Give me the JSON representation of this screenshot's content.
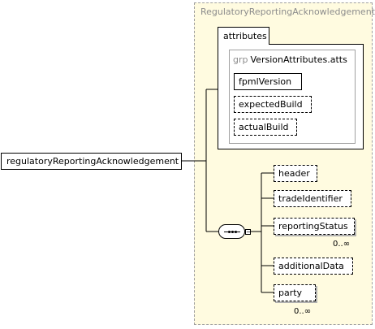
{
  "diagram": {
    "root_element": "regulatoryReportingAcknowledgement",
    "complex_type": "RegulatoryReportingAcknowledgement",
    "attributes_tab": "attributes",
    "attribute_group": {
      "prefix": "grp",
      "name": "VersionAttributes.atts",
      "attributes": [
        {
          "name": "fpmlVersion",
          "optional": false
        },
        {
          "name": "expectedBuild",
          "optional": true
        },
        {
          "name": "actualBuild",
          "optional": true
        }
      ]
    },
    "sequence": {
      "elements": [
        {
          "name": "header",
          "optional": true,
          "multiple": false,
          "occurs": ""
        },
        {
          "name": "tradeIdentifier",
          "optional": true,
          "multiple": false,
          "occurs": ""
        },
        {
          "name": "reportingStatus",
          "optional": true,
          "multiple": true,
          "occurs": "0..∞"
        },
        {
          "name": "additionalData",
          "optional": true,
          "multiple": false,
          "occurs": ""
        },
        {
          "name": "party",
          "optional": true,
          "multiple": true,
          "occurs": "0..∞"
        }
      ]
    }
  }
}
